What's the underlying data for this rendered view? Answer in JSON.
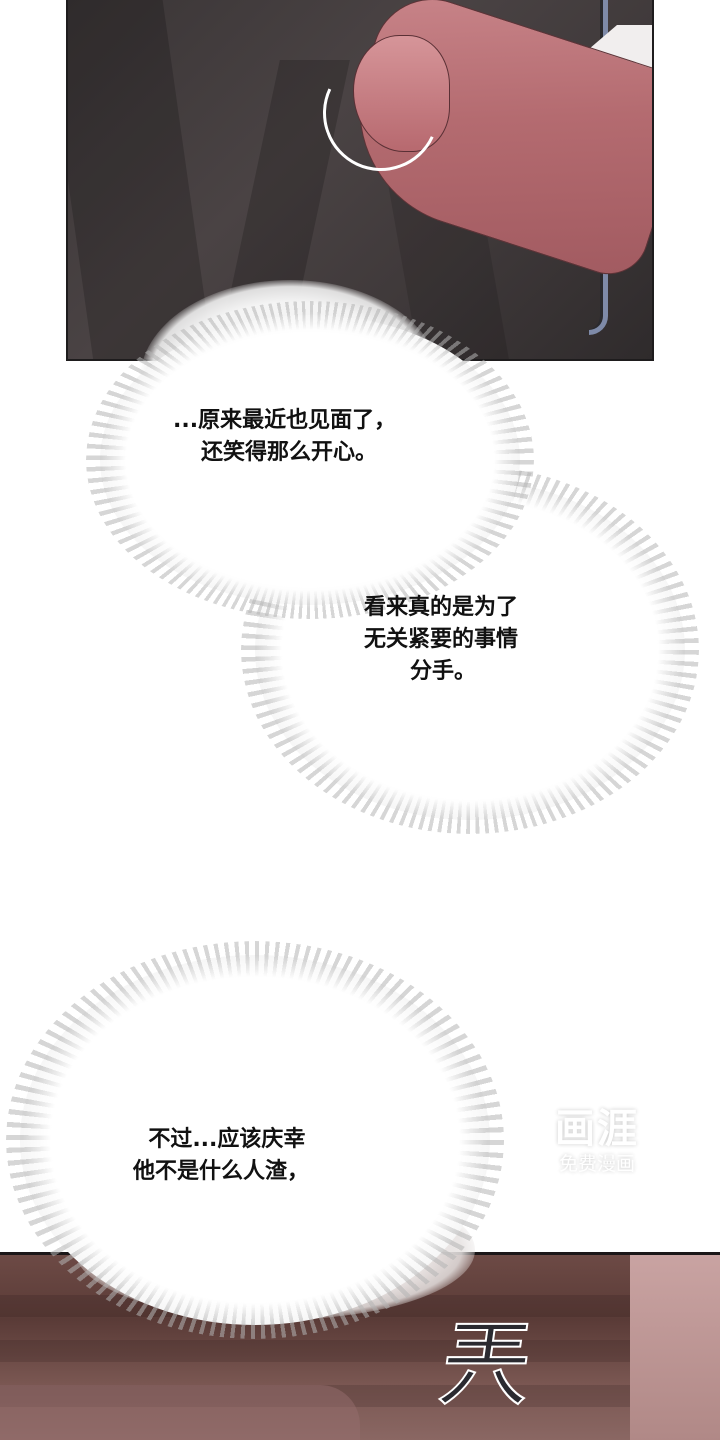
{
  "page": {
    "type": "webtoon-strip",
    "background": "#ffffff"
  },
  "panels": [
    {
      "id": "top",
      "description": "close-up of dark suit jacket with hand holding phone",
      "colors": {
        "jacket": "#3e3839",
        "skin": "#b46b70",
        "phone_frame": "#7e8aa8",
        "border": "#1e1c1d"
      }
    },
    {
      "id": "bottom",
      "description": "reddish-brown interior scene with stylized sound effect",
      "colors": {
        "background": "#6d4a45",
        "border": "#1b1718"
      }
    }
  ],
  "bubbles": [
    {
      "id": "bubble-1",
      "lines": [
        "...原来最近也见面了，",
        "还笑得那么开心。"
      ]
    },
    {
      "id": "bubble-2",
      "lines": [
        "看来真的是为了",
        "无关紧要的事情",
        "      分手。"
      ]
    },
    {
      "id": "bubble-3",
      "lines": [
        "  不过...应该庆幸",
        "他不是什么人渣，"
      ]
    }
  ],
  "sfx": {
    "text": "兲"
  },
  "watermark": {
    "logo": "画涯",
    "subtitle": "免费漫画"
  }
}
